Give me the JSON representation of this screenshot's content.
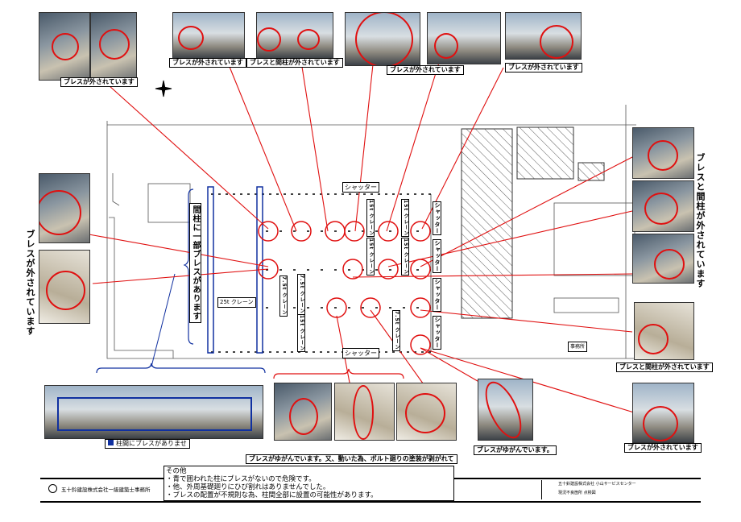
{
  "labels": {
    "brace_removed": "ブレスが外されています",
    "brace_stud_removed": "ブレスと間柱が外されています",
    "no_brace_between": "柱間にブレスがありませ",
    "bent_bolts": "ブレスがゆがんでいます。又、動いた為、ボルト廻りの塗装が剥がれて",
    "bent": "ブレスがゆがんでいます。",
    "partial_brace": "間柱に一部ブレスがあります"
  },
  "plan": {
    "shutter": "シャッター",
    "crane_25t": "25t クレーン",
    "crane_15t": "15t クレーン",
    "crane_75t": "7.5t クレーン",
    "office": "事務所"
  },
  "notes": {
    "title": "その他",
    "lines": [
      "・青で囲われた柱にブレスがないので危険です。",
      "・他、外周基礎廻りにひび割れはありませんでした。",
      "・ブレスの配置が不規則な為、柱間全部に設置の可能性があります。"
    ]
  },
  "company": "五十鈴建設株式会社一級建築士事務所",
  "title_block": {
    "project": "五十鈴建設株式会社 小山サービスセンター",
    "drawing": "現況不良箇所 点検図"
  },
  "colors": {
    "defect": "#e01010",
    "no_brace": "#1030a0"
  }
}
